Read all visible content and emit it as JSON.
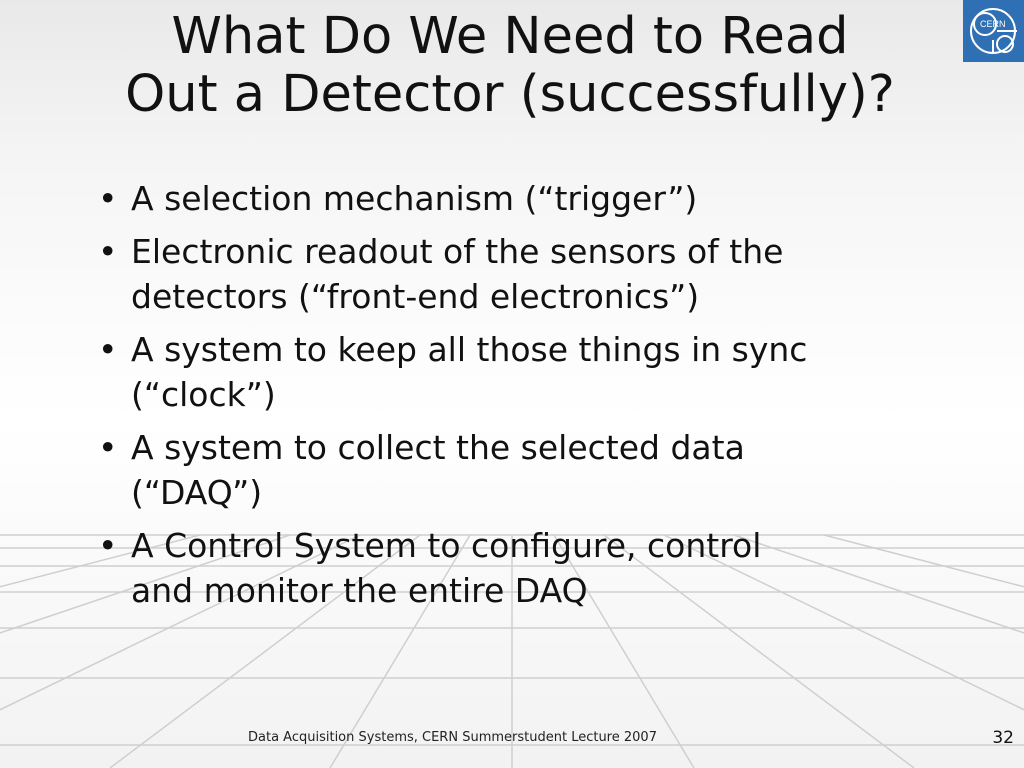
{
  "slide": {
    "title_lines": [
      "What Do We Need to Read",
      "Out a Detector (successfully)?"
    ],
    "bullets": [
      {
        "lines": [
          "A selection mechanism (“trigger”)"
        ]
      },
      {
        "lines": [
          "Electronic readout of the sensors of the",
          "detectors (“front-end electronics”)"
        ]
      },
      {
        "lines": [
          "A system to keep all those things in sync",
          "(“clock”)"
        ]
      },
      {
        "lines": [
          "A system to collect the selected data",
          "(“DAQ”)"
        ]
      },
      {
        "lines": [
          "A Control System to configure, control",
          "and monitor the entire DAQ"
        ]
      }
    ],
    "bullet_glyph": "•",
    "footer": "Data Acquisition Systems, CERN Summerstudent Lecture 2007",
    "page_number": "32",
    "logo_text": "CERN",
    "logo_color": "#2f6fb3"
  }
}
